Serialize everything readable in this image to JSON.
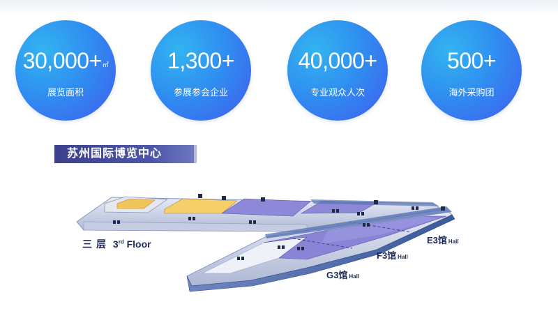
{
  "stats": [
    {
      "value": "30,000+",
      "unit": "㎡",
      "label": "展览面积"
    },
    {
      "value": "1,300+",
      "unit": "",
      "label": "参展参会企业"
    },
    {
      "value": "40,000+",
      "unit": "",
      "label": "专业观众人次"
    },
    {
      "value": "500+",
      "unit": "",
      "label": "海外采购团"
    }
  ],
  "venue_title": "苏州国际博览中心",
  "floor_label": {
    "cn": "三层",
    "en_pre": "3",
    "en_sup": "rd",
    "en_post": " Floor"
  },
  "halls": [
    {
      "name": "E3馆",
      "suffix": "Hall"
    },
    {
      "name": "F3馆",
      "suffix": "Hall"
    },
    {
      "name": "G3馆",
      "suffix": "Hall"
    }
  ],
  "colors": {
    "circle_light": "#33b4f0",
    "circle_dark": "#4a5bea",
    "venue_bar": "#3c3f8c",
    "hall_purple": "#8a84d6",
    "hall_yellow": "#f2c55c",
    "floor_edge": "#3a5a9a"
  },
  "icons": [
    "restroom-icon",
    "elevator-icon"
  ]
}
